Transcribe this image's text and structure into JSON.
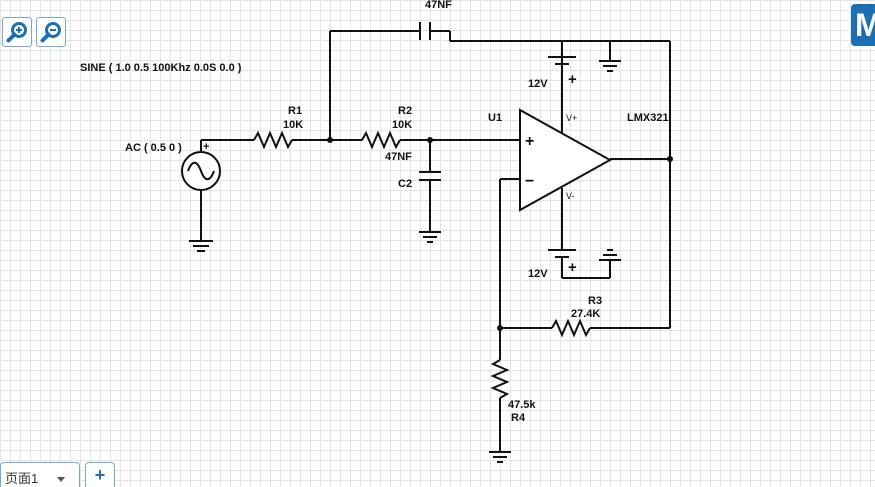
{
  "toolbar": {
    "zoom_in_icon": "zoom-in-icon",
    "zoom_out_icon": "zoom-out-icon",
    "brand_letter": "M"
  },
  "schematic": {
    "source_params": "SINE ( 1.0 0.5 100Khz 0.0S 0.0 )",
    "ac_label": "AC ( 0.5 0 )",
    "source_plus": "+",
    "c1_value": "47NF",
    "r1_name": "R1",
    "r1_value": "10K",
    "r2_name": "R2",
    "r2_value": "10K",
    "r2_cap_value": "47NF",
    "c2_name": "C2",
    "u1_name": "U1",
    "opamp_part": "LMX321",
    "opamp_plus": "+",
    "opamp_minus": "−",
    "vplus": "V+",
    "vminus": "V-",
    "supply_top": "12V",
    "supply_bottom": "12V",
    "battery_plus_top": "+",
    "battery_plus_bottom": "+",
    "r3_name": "R3",
    "r3_value": "27.4K",
    "r4_value": "47.5k",
    "r4_name": "R4"
  },
  "tabs": {
    "page_label": "页面1",
    "add_label": "+"
  }
}
